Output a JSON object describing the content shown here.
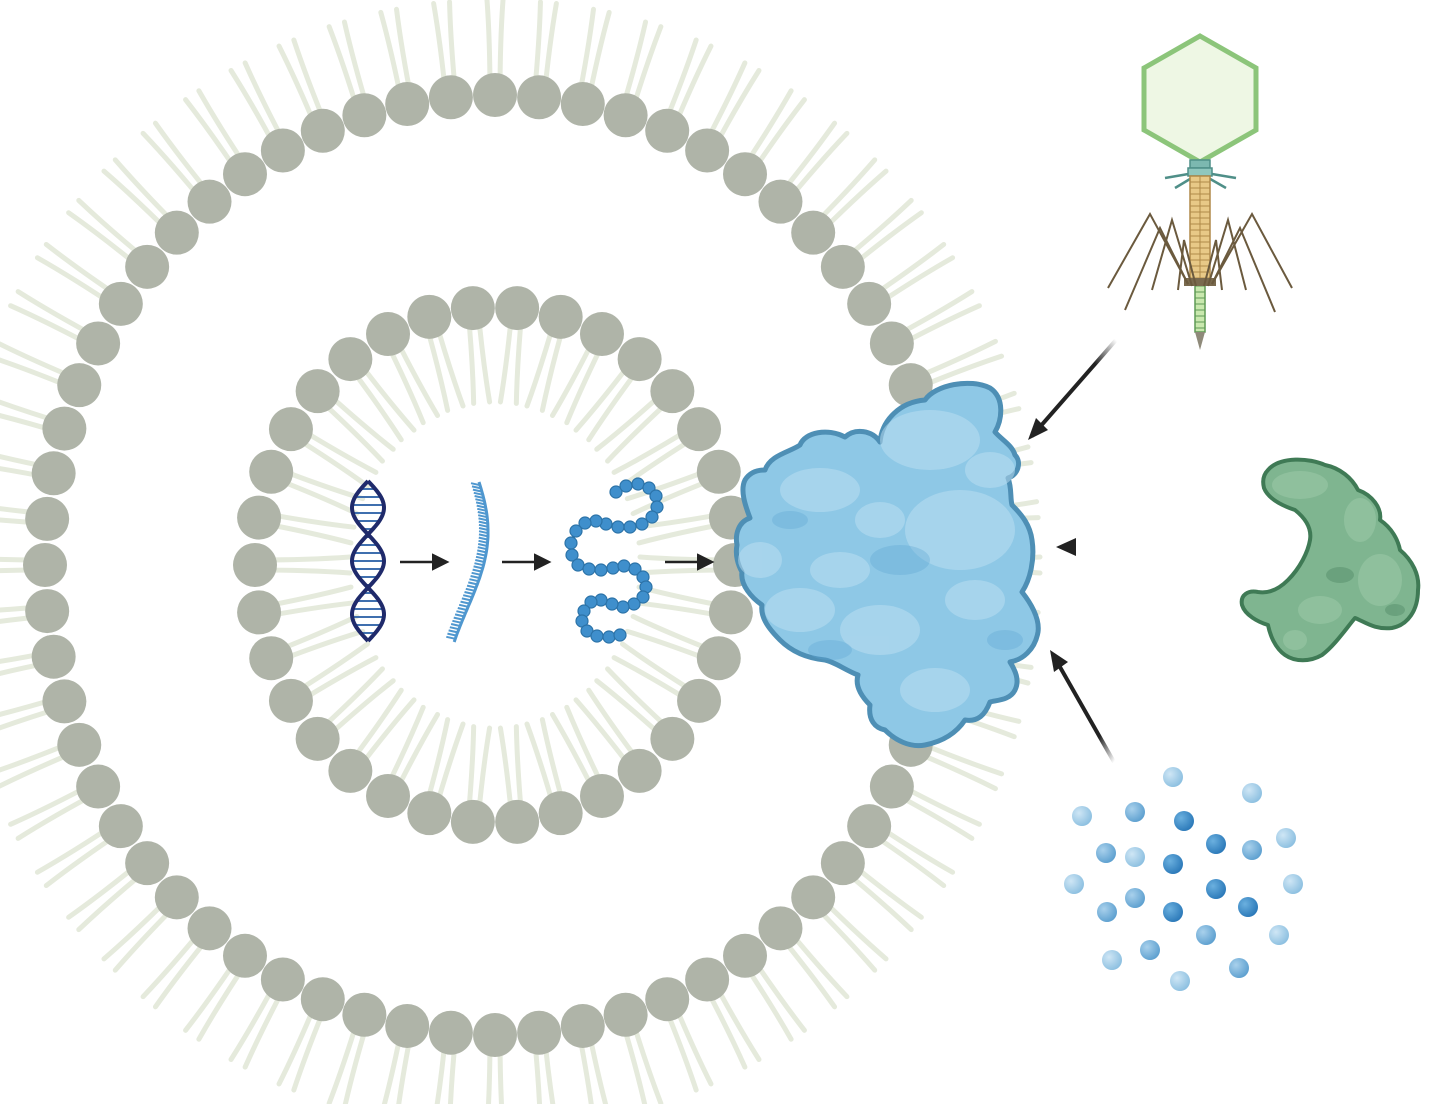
{
  "diagram": {
    "nodes": [
      {
        "id": "liposome",
        "kind": "lipid-bilayer-vesicle",
        "icon": "liposome-icon"
      },
      {
        "id": "dna",
        "kind": "double-helix",
        "icon": "dna-icon"
      },
      {
        "id": "mrna",
        "kind": "single-strand",
        "icon": "mrna-icon"
      },
      {
        "id": "polypeptide",
        "kind": "bead-chain",
        "icon": "polypeptide-icon"
      },
      {
        "id": "membrane-protein",
        "kind": "protein-blob",
        "icon": "protein-icon"
      },
      {
        "id": "bacteriophage",
        "kind": "virus",
        "icon": "bacteriophage-icon"
      },
      {
        "id": "ligand-protein",
        "kind": "protein-blob",
        "icon": "protein-icon"
      },
      {
        "id": "small-molecules",
        "kind": "molecule-cloud",
        "icon": "molecules-icon"
      }
    ],
    "edges": [
      {
        "from": "dna",
        "to": "mrna"
      },
      {
        "from": "mrna",
        "to": "polypeptide"
      },
      {
        "from": "polypeptide",
        "to": "membrane-protein"
      },
      {
        "from": "bacteriophage",
        "to": "membrane-protein"
      },
      {
        "from": "ligand-protein",
        "to": "membrane-protein"
      },
      {
        "from": "small-molecules",
        "to": "membrane-protein"
      }
    ],
    "colors": {
      "lipid_head": "#afb4a8",
      "lipid_tail": "#e5eadc",
      "dna_strand": "#1f2a6b",
      "dna_rungs": "#3f6fae",
      "mrna": "#4f97cf",
      "peptide_bead": "#3f8fcc",
      "protein_fill": "#8ec8e6",
      "protein_stroke": "#4e8fb5",
      "green_protein_fill": "#7fb590",
      "green_protein_stroke": "#3f7a55",
      "phage_capsid": "#eef7e4",
      "phage_capsid_stroke": "#8cc57a",
      "phage_tail": "#c9e8ae",
      "phage_legs": "#6b5a3e",
      "arrow": "#222222"
    }
  }
}
